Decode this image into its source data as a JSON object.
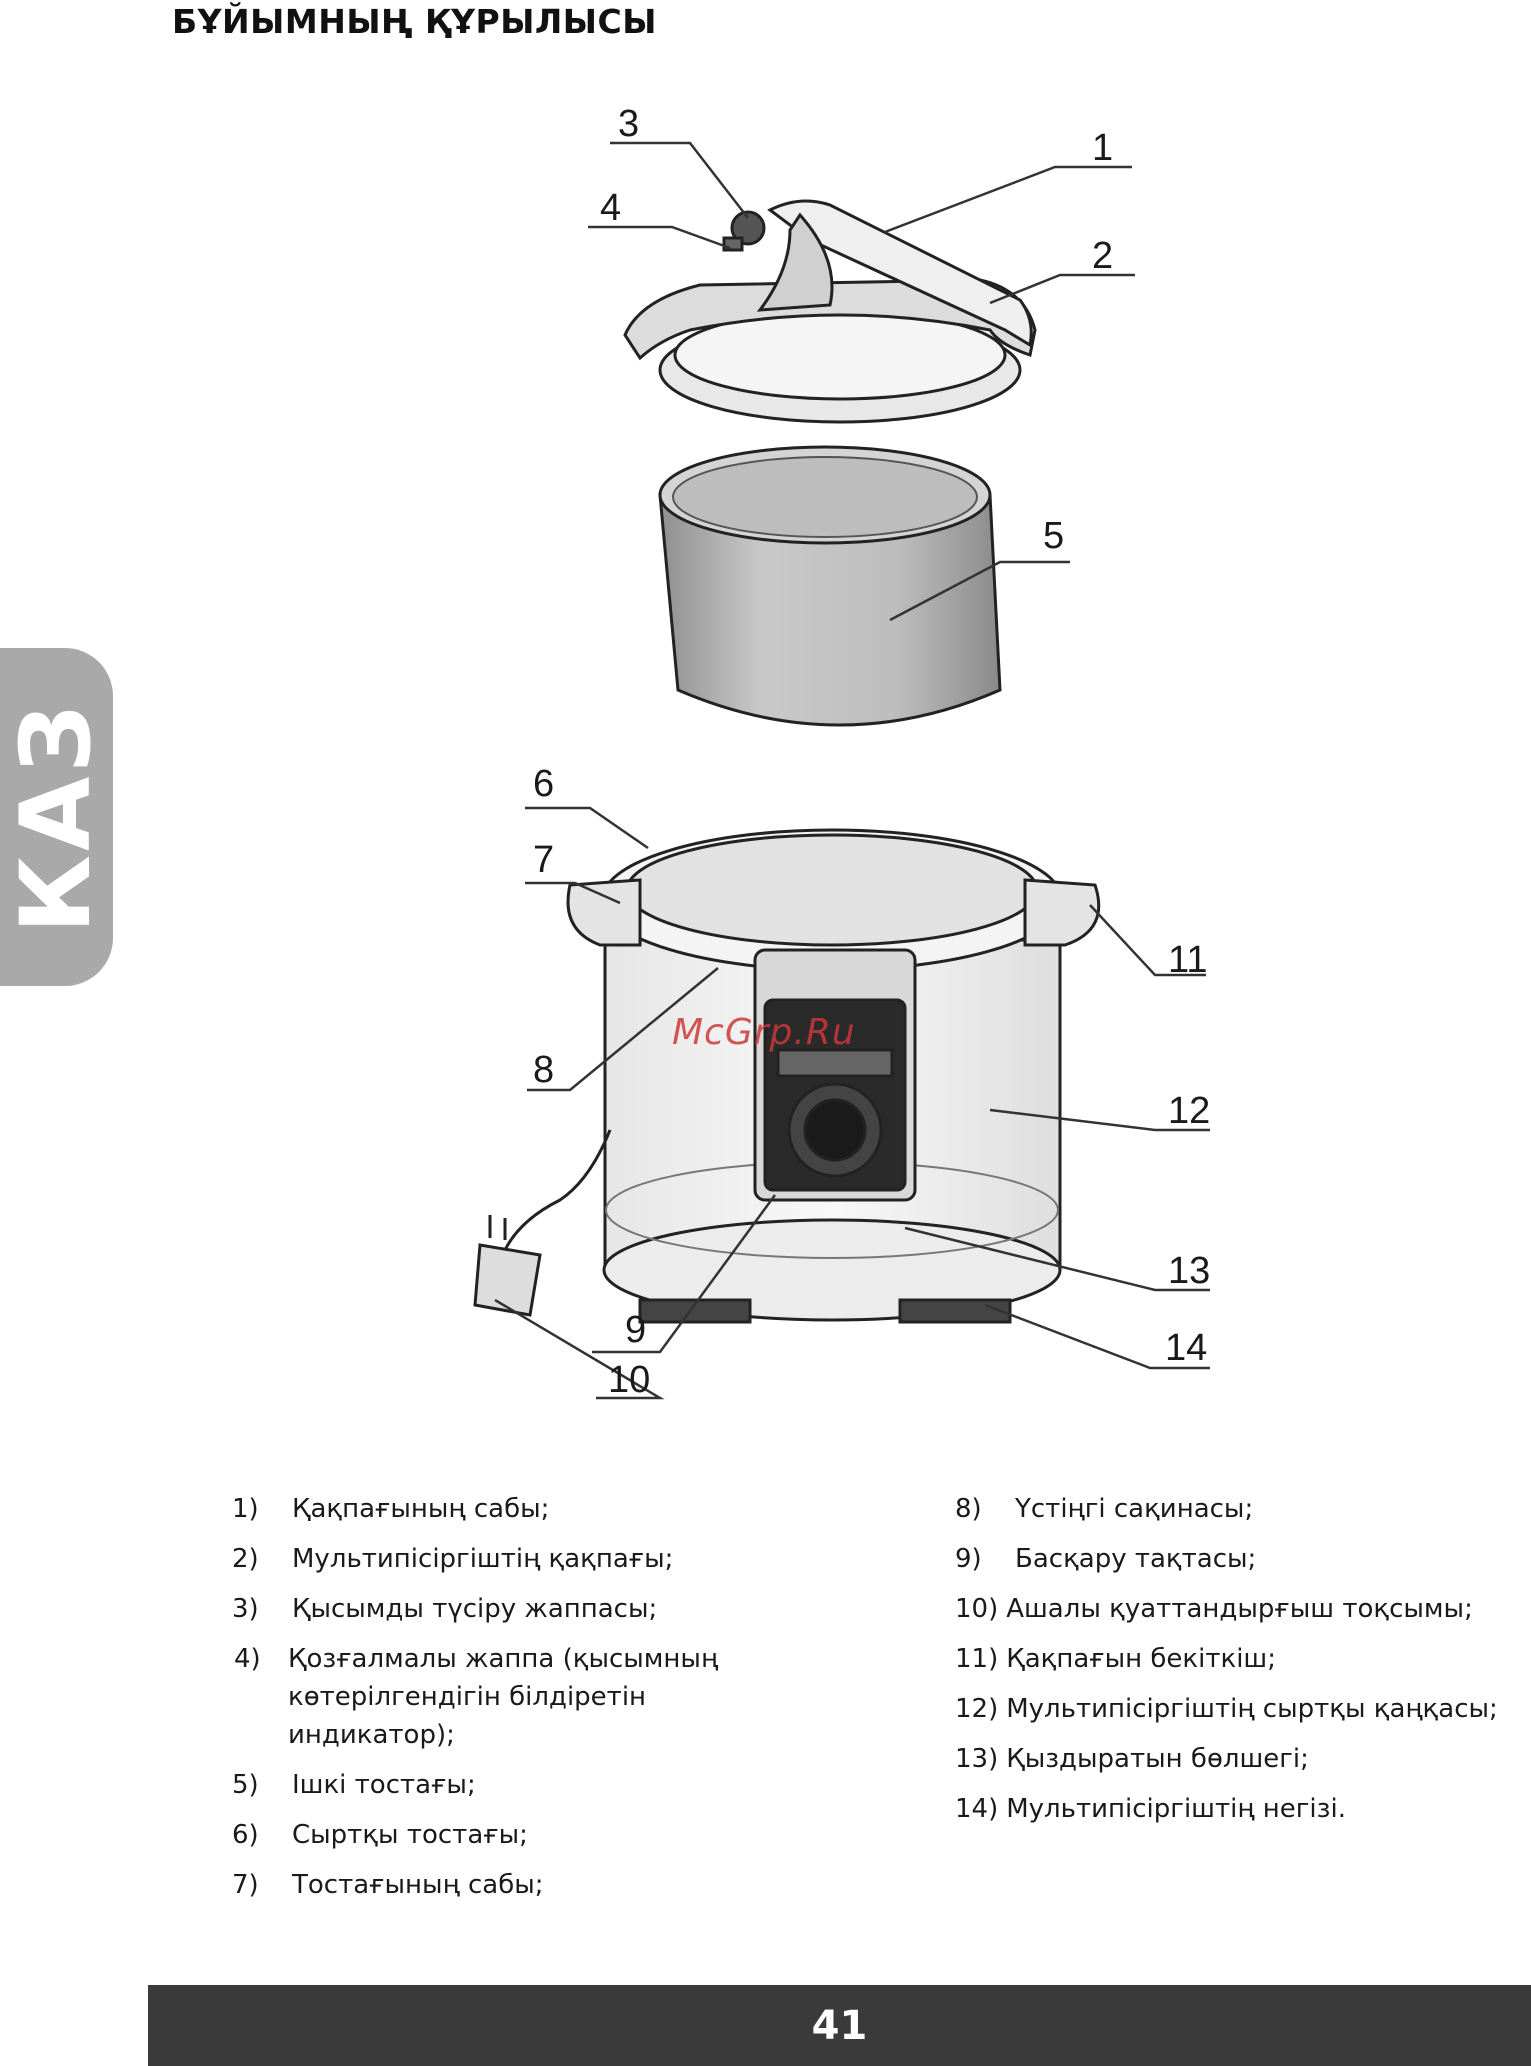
{
  "page_title": "БҰЙЫМНЫҢ ҚҰРЫЛЫСЫ",
  "side_tab": "КАЗ",
  "watermark": "McGrp.Ru",
  "callouts": {
    "c1": "1",
    "c2": "2",
    "c3": "3",
    "c4": "4",
    "c5": "5",
    "c6": "6",
    "c7": "7",
    "c8": "8",
    "c9": "9",
    "c10": "10",
    "c11": "11",
    "c12": "12",
    "c13": "13",
    "c14": "14"
  },
  "parts_left": [
    {
      "num": "1)",
      "text": "Қақпағының сабы;"
    },
    {
      "num": "2)",
      "text": "Мультипісіргіштің қақпағы;"
    },
    {
      "num": "3)",
      "text": "Қысымды түсіру жаппасы;"
    },
    {
      "num": "4)",
      "text": "Қозғалмалы жаппа (қысымның көтерілгендігін білдіретін индикатор);"
    },
    {
      "num": "5)",
      "text": "Ішкі тостағы;"
    },
    {
      "num": "6)",
      "text": "Сыртқы тостағы;"
    },
    {
      "num": "7)",
      "text": "Тостағының сабы;"
    }
  ],
  "parts_right": [
    {
      "num": "8)",
      "text": "Үстіңгі сақинасы;"
    },
    {
      "num": "9)",
      "text": "Басқару тақтасы;"
    },
    {
      "num": "10)",
      "text": "Ашалы қуаттандырғыш тоқсымы;"
    },
    {
      "num": "11)",
      "text": "Қақпағын бекіткіш;"
    },
    {
      "num": "12)",
      "text": "Мультипісіргіштің сыртқы қаңқасы;"
    },
    {
      "num": "13)",
      "text": "Қыздыратын бөлшегі;"
    },
    {
      "num": "14)",
      "text": "Мультипісіргіштің негізі."
    }
  ],
  "page_number": "41"
}
